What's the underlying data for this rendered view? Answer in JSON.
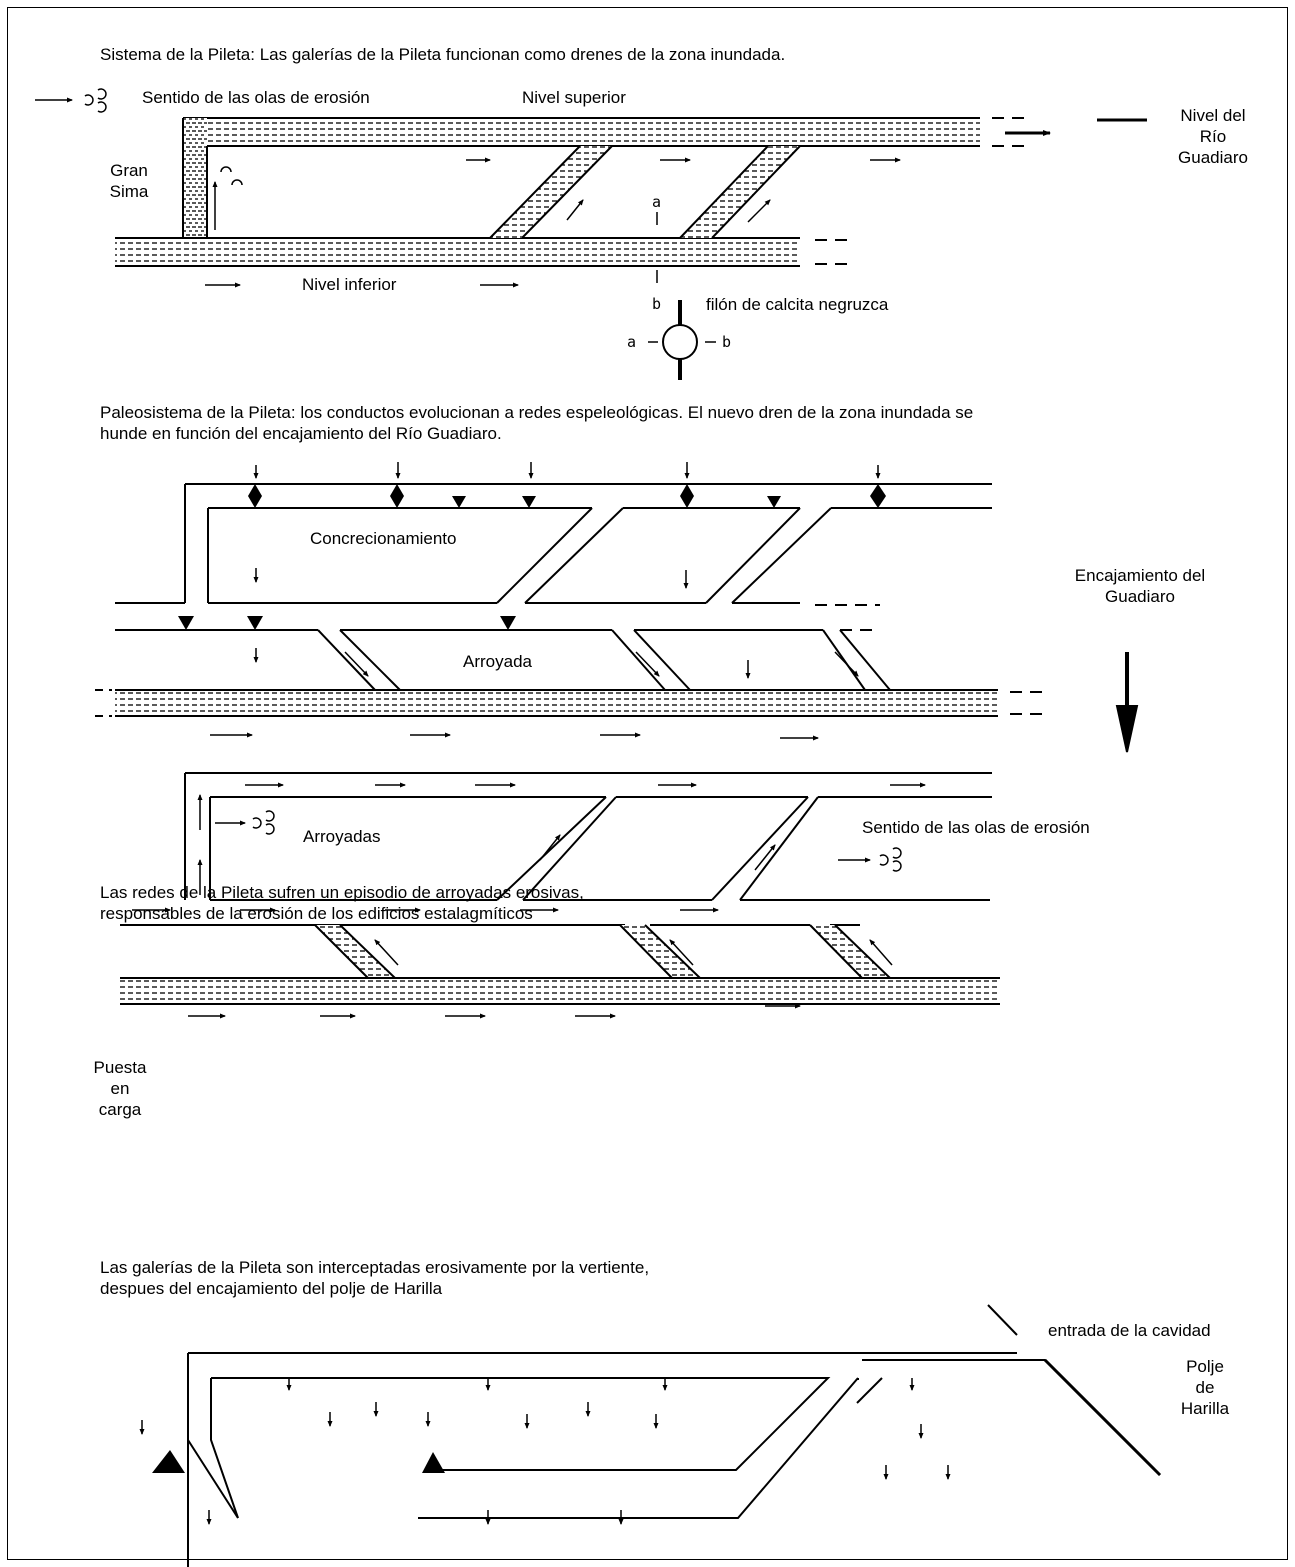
{
  "panel1": {
    "caption": "Sistema de la Pileta: Las galerías de la Pileta funcionan como drenes de la zona inundada.",
    "waves_label": "Sentido de las olas de erosión",
    "upper_level": "Nivel superior",
    "lower_level": "Nivel inferior",
    "gran_sima": "Gran\nSima",
    "river_level": "Nivel del\nRío\nGuadiaro",
    "vein_label": "filón de calcita negruzca",
    "section_a": "a",
    "section_b": "b"
  },
  "panel2": {
    "caption": "Paleosistema de la Pileta: los conductos evolucionan a redes espeleológicas. El nuevo dren de la zona inundada se\nhunde en función del encajamiento del Río Guadiaro.",
    "concretion": "Concrecionamiento",
    "runoff": "Arroyada",
    "incision": "Encajamiento del\nGuadiaro"
  },
  "panel3": {
    "caption": "Las redes de la Pileta sufren un episodio de arroyadas erosivas,\nresponsables de la erosión de los edificios estalagmíticos",
    "loading": "Puesta\nen\ncarga",
    "runoffs": "Arroyadas",
    "waves_label": "Sentido de las olas de erosión"
  },
  "panel4": {
    "caption": "Las galerías de la Pileta son interceptadas erosivamente por la vertiente,\ndespues del encajamiento del polje de Harilla",
    "entrance": "entrada de la cavidad",
    "polje": "Polje\nde\nHarilla"
  }
}
